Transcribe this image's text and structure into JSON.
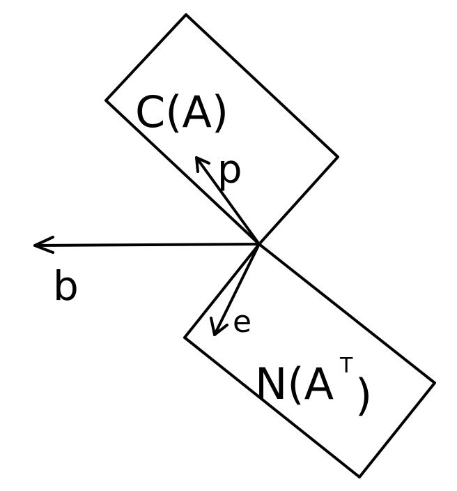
{
  "diagram": {
    "column_space_label": "C(A)",
    "left_null_space_label": "N(A",
    "left_null_space_superscript": "T",
    "left_null_space_close": ")",
    "vector_p_label": "p",
    "vector_b_label": "b",
    "vector_e_label": "e"
  },
  "colors": {
    "ink": "#000000",
    "background": "#ffffff"
  }
}
